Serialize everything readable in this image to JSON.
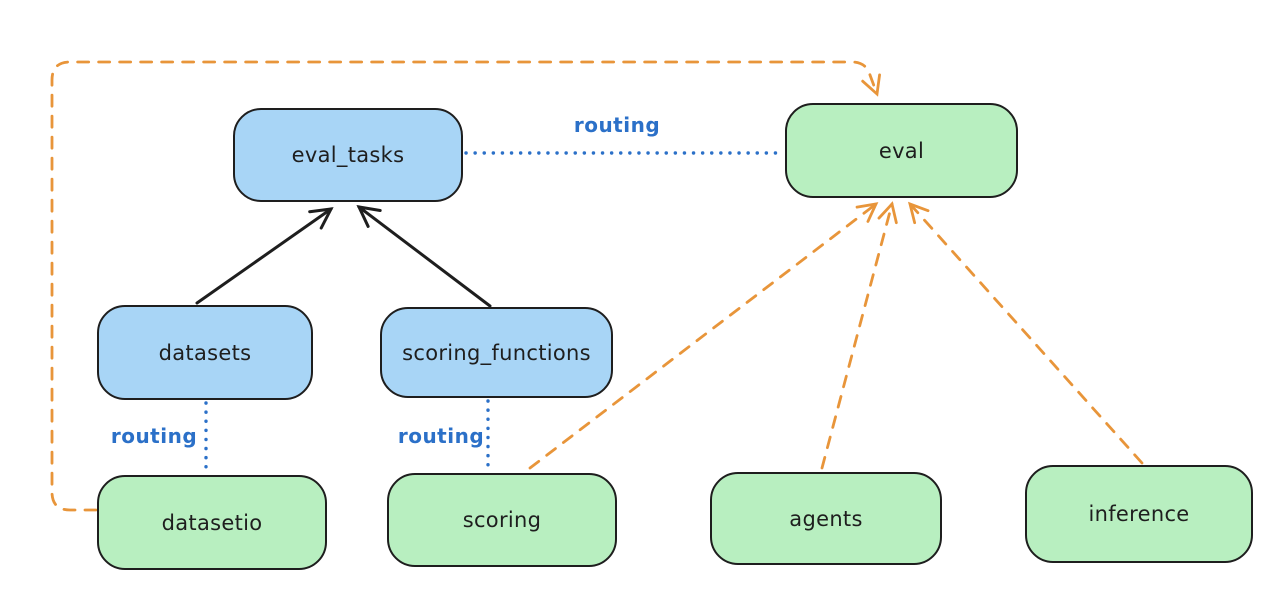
{
  "diagram": {
    "nodes": [
      {
        "id": "eval_tasks",
        "label": "eval_tasks",
        "fill": "#a8d5f6"
      },
      {
        "id": "eval",
        "label": "eval",
        "fill": "#b8efc0"
      },
      {
        "id": "datasets",
        "label": "datasets",
        "fill": "#a8d5f6"
      },
      {
        "id": "scoring_functions",
        "label": "scoring_functions",
        "fill": "#a8d5f6"
      },
      {
        "id": "datasetio",
        "label": "datasetio",
        "fill": "#b8efc0"
      },
      {
        "id": "scoring",
        "label": "scoring",
        "fill": "#b8efc0"
      },
      {
        "id": "agents",
        "label": "agents",
        "fill": "#b8efc0"
      },
      {
        "id": "inference",
        "label": "inference",
        "fill": "#b8efc0"
      }
    ],
    "edges": [
      {
        "from": "datasets",
        "to": "eval_tasks",
        "style": "solid",
        "color": "#1e1e1e",
        "arrow": true,
        "label": ""
      },
      {
        "from": "scoring_functions",
        "to": "eval_tasks",
        "style": "solid",
        "color": "#1e1e1e",
        "arrow": true,
        "label": ""
      },
      {
        "from": "eval_tasks",
        "to": "eval",
        "style": "dotted",
        "color": "#2b70c8",
        "arrow": false,
        "label": "routing"
      },
      {
        "from": "datasets",
        "to": "datasetio",
        "style": "dotted",
        "color": "#2b70c8",
        "arrow": false,
        "label": "routing"
      },
      {
        "from": "scoring_functions",
        "to": "scoring",
        "style": "dotted",
        "color": "#2b70c8",
        "arrow": false,
        "label": "routing"
      },
      {
        "from": "datasetio",
        "to": "eval",
        "style": "dashed",
        "color": "#e8953a",
        "arrow": true,
        "label": ""
      },
      {
        "from": "scoring",
        "to": "eval",
        "style": "dashed",
        "color": "#e8953a",
        "arrow": true,
        "label": ""
      },
      {
        "from": "agents",
        "to": "eval",
        "style": "dashed",
        "color": "#e8953a",
        "arrow": true,
        "label": ""
      },
      {
        "from": "inference",
        "to": "eval",
        "style": "dashed",
        "color": "#e8953a",
        "arrow": true,
        "label": ""
      }
    ],
    "colors": {
      "api_fill_blue": "#a8d5f6",
      "provider_fill_green": "#b8efc0",
      "stroke": "#1e1e1e",
      "routing_blue": "#2b70c8",
      "provider_orange": "#e8953a",
      "background": "#ffffff"
    }
  }
}
